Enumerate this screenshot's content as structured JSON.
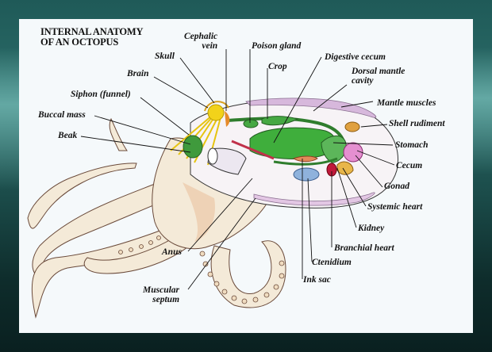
{
  "diagram": {
    "title_line1": "INTERNAL ANATOMY",
    "title_line2": "OF AN OCTOPUS",
    "labels": {
      "cephalic_vein_1": "Cephalic",
      "cephalic_vein_2": "vein",
      "poison_gland": "Poison gland",
      "crop": "Crop",
      "digestive_cecum": "Digestive cecum",
      "dorsal_mantle_1": "Dorsal mantle",
      "dorsal_mantle_2": "cavity",
      "skull": "Skull",
      "brain": "Brain",
      "siphon": "Siphon (funnel)",
      "buccal_mass": "Buccal mass",
      "beak": "Beak",
      "mantle_muscles": "Mantle muscles",
      "shell_rudiment": "Shell rudiment",
      "stomach": "Stomach",
      "cecum": "Cecum",
      "gonad": "Gonad",
      "systemic_heart": "Systemic heart",
      "kidney": "Kidney",
      "branchial_heart": "Branchial heart",
      "ctenidium": "Ctenidium",
      "ink_sac": "Ink sac",
      "anus": "Anus",
      "muscular_septum_1": "Muscular",
      "muscular_septum_2": "septum"
    },
    "colors": {
      "frame_top": "#1f5a58",
      "frame_bottom": "#0a2020",
      "paper": "#f5f9fb",
      "digestive_green": "#3fae3c",
      "brain_yellow": "#f2d21a",
      "mantle_purple": "#c9a6cf",
      "gonad_pink": "#e58fd0",
      "heart_red": "#c0183a",
      "kidney_yellow": "#e8b64a",
      "ctenidium_blue": "#8fb2dc",
      "ink_orange": "#e28a5a",
      "body_cream": "#f4ead8",
      "body_shade": "#e7b58f"
    }
  }
}
